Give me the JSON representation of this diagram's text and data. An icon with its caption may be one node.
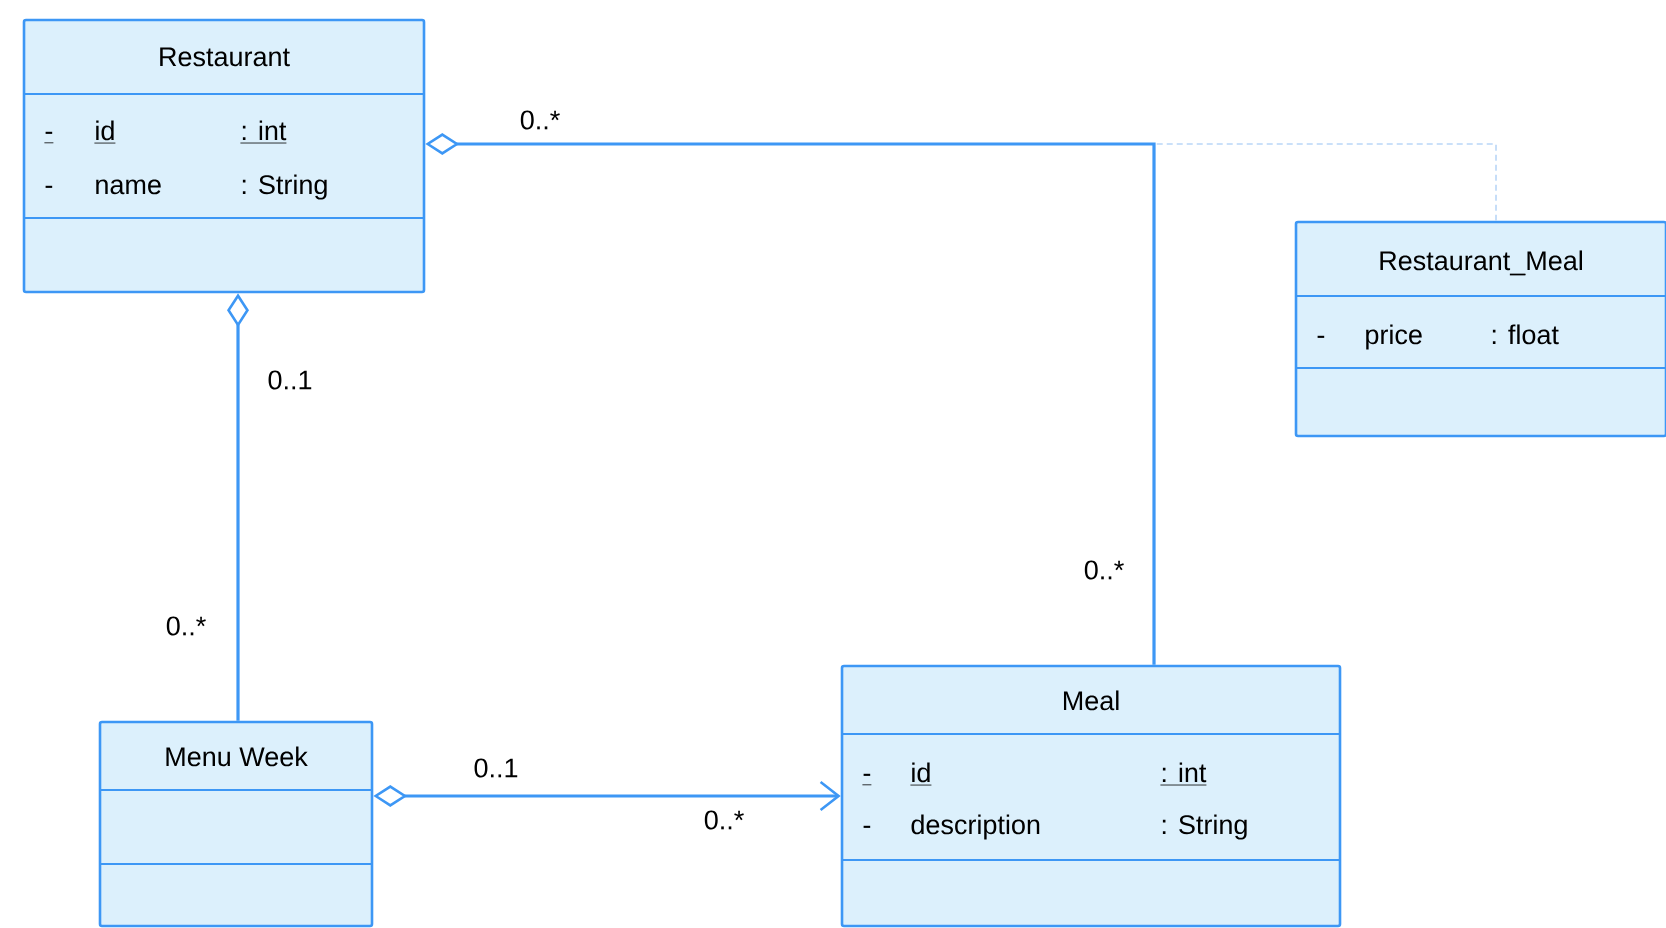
{
  "diagram": {
    "nodes": [
      {
        "text": [
          "Restaurant",
          "-",
          "id",
          ": int",
          "-",
          "name",
          ": String"
        ]
      },
      {
        "text": [
          "Restaurant_Meal",
          "-",
          "price",
          ": float"
        ]
      },
      {
        "text": [
          "Menu Week"
        ]
      },
      {
        "text": [
          "Meal",
          "-",
          "id",
          ": int",
          "-",
          "description",
          ": String"
        ]
      }
    ],
    "edges": [
      {
        "from": 0,
        "to": 3,
        "arrow": "other"
      },
      {
        "from": 0,
        "to": 2,
        "arrow": "other"
      },
      {
        "from": 2,
        "to": 3,
        "arrow": "to"
      },
      {
        "from": 1,
        "to": null,
        "arrow": "none",
        "style": "dashed",
        "color": "#b9d6f7"
      }
    ],
    "labels": [
      "0..*",
      "0..1",
      "0..*",
      "0..*",
      "0..1",
      "0..*"
    ]
  }
}
